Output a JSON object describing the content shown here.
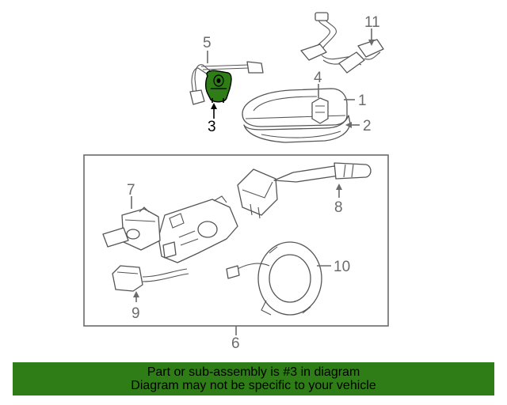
{
  "callouts": {
    "c1": "1",
    "c2": "2",
    "c3": "3",
    "c4": "4",
    "c5": "5",
    "c6": "6",
    "c7": "7",
    "c8": "8",
    "c9": "9",
    "c10": "10",
    "c11": "11"
  },
  "highlight": {
    "part": "3",
    "color": "#2e7d16"
  },
  "colors": {
    "line": "#6b6b6b",
    "banner": "#2e7d16"
  },
  "banner": {
    "line1": "Part or sub-assembly is #3 in diagram",
    "line2": "Diagram may not be specific to your vehicle"
  }
}
